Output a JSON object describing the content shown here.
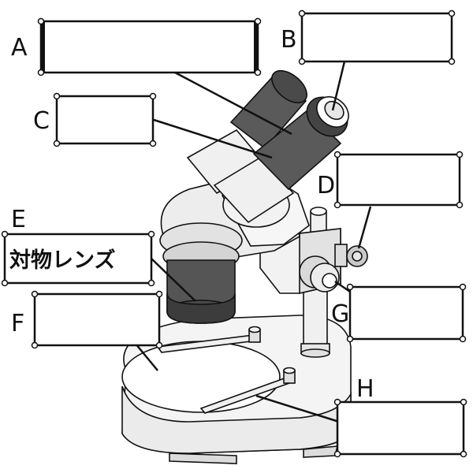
{
  "labels": {
    "a": "A",
    "b": "B",
    "c": "C",
    "d": "D",
    "e": "E",
    "f": "F",
    "g": "G",
    "h": "H"
  },
  "objective_lens_text": "対物レンズ",
  "colors": {
    "line": "#111111",
    "body_light": "#f4f4f4",
    "body_mid": "#d6d6d6",
    "lens_dark": "#555555",
    "lens_darker": "#3c3c3c",
    "background": "#ffffff"
  }
}
